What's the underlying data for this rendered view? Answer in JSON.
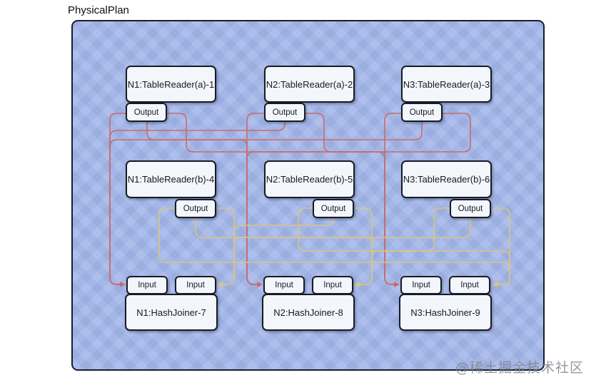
{
  "title": "PhysicalPlan",
  "watermark": "@稀土掘金技术社区",
  "colors": {
    "panel_fill": "#a5b8ea",
    "panel_border": "#191e2a",
    "box_fill": "#f3f6fb",
    "box_border": "#161b26",
    "edge_red": "#c96b6b",
    "edge_yellow": "#d9c57f"
  },
  "diagram": {
    "readers_a": [
      {
        "label": "N1:TableReader(a)-1",
        "port": "Output"
      },
      {
        "label": "N2:TableReader(a)-2",
        "port": "Output"
      },
      {
        "label": "N3:TableReader(a)-3",
        "port": "Output"
      }
    ],
    "readers_b": [
      {
        "label": "N1:TableReader(b)-4",
        "port": "Output"
      },
      {
        "label": "N2:TableReader(b)-5",
        "port": "Output"
      },
      {
        "label": "N3:TableReader(b)-6",
        "port": "Output"
      }
    ],
    "joiners": [
      {
        "label": "N1:HashJoiner-7",
        "ports": [
          "Input",
          "Input"
        ]
      },
      {
        "label": "N2:HashJoiner-8",
        "ports": [
          "Input",
          "Input"
        ]
      },
      {
        "label": "N3:HashJoiner-9",
        "ports": [
          "Input",
          "Input"
        ]
      }
    ],
    "edges": {
      "red": [
        {
          "from": "N1:TableReader(a)-1/Output",
          "to": "N1:HashJoiner-7/Input-left"
        },
        {
          "from": "N2:TableReader(a)-2/Output",
          "to": "N2:HashJoiner-8/Input-left"
        },
        {
          "from": "N3:TableReader(a)-3/Output",
          "to": "N3:HashJoiner-9/Input-left"
        },
        {
          "from": "N1:TableReader(a)-1/Output",
          "to": "N2:HashJoiner-8/Input-left"
        },
        {
          "from": "N1:TableReader(a)-1/Output",
          "to": "N3:HashJoiner-9/Input-left"
        },
        {
          "from": "N2:TableReader(a)-2/Output",
          "to": "N1:HashJoiner-7/Input-left"
        },
        {
          "from": "N2:TableReader(a)-2/Output",
          "to": "N3:HashJoiner-9/Input-left"
        },
        {
          "from": "N3:TableReader(a)-3/Output",
          "to": "N1:HashJoiner-7/Input-left"
        },
        {
          "from": "N3:TableReader(a)-3/Output",
          "to": "N2:HashJoiner-8/Input-left"
        }
      ],
      "yellow": [
        {
          "from": "N3:TableReader(b)-6/Output",
          "to": "N3:HashJoiner-9/Input-right"
        },
        {
          "from": "N2:TableReader(b)-5/Output",
          "to": "N2:HashJoiner-8/Input-right"
        },
        {
          "from": "N1:TableReader(b)-4/Output",
          "to": "N1:HashJoiner-7/Input-right"
        },
        {
          "from": "N2:TableReader(b)-5/Output",
          "to": "N1:HashJoiner-7/Input-right"
        },
        {
          "from": "N3:TableReader(b)-6/Output",
          "to": "N1:HashJoiner-7/Input-right"
        },
        {
          "from": "N1:TableReader(b)-4/Output",
          "to": "N2:HashJoiner-8/Input-right"
        },
        {
          "from": "N3:TableReader(b)-6/Output",
          "to": "N2:HashJoiner-8/Input-right"
        },
        {
          "from": "N1:TableReader(b)-4/Output",
          "to": "N3:HashJoiner-9/Input-right"
        },
        {
          "from": "N2:TableReader(b)-5/Output",
          "to": "N3:HashJoiner-9/Input-right"
        }
      ]
    }
  }
}
